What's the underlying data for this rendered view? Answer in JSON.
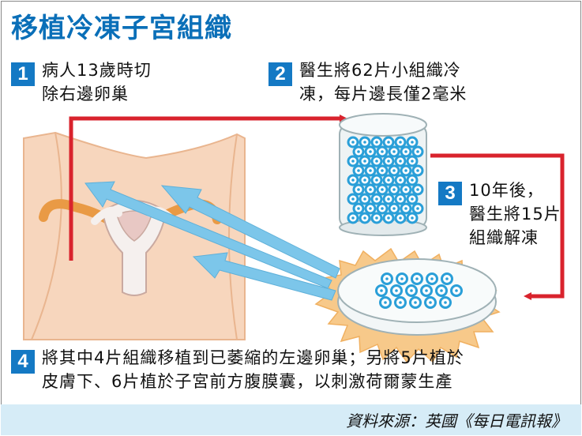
{
  "title": "移植冷凍子宮組織",
  "steps": [
    {
      "number": "1",
      "line1": "病人13歲時切",
      "line2": "除右邊卵巢"
    },
    {
      "number": "2",
      "line1": "醫生將62片小組織冷",
      "line2": "凍，每片邊長僅2毫米"
    },
    {
      "number": "3",
      "line1": "10年後，",
      "line2": "醫生將15片",
      "line3": "組織解凍"
    },
    {
      "number": "4",
      "line1": "將其中4片組織移植到已萎縮的左邊卵巢；另將5片植於",
      "line2": "皮膚下、6片植於子宮前方腹膜囊，以刺激荷爾蒙生產"
    }
  ],
  "source": "資料來源：英國《每日電訊報》",
  "colors": {
    "title": "#0a6fb8",
    "badge": "#1479c4",
    "arrow_red": "#d9232d",
    "arrow_blue": "#7cc6ea",
    "body": "#f7d6bd",
    "uterus": "#f5f0ee",
    "ovary": "#e99a45",
    "tissue": "#2a9fd8",
    "source_bg": "#d6ecf7"
  }
}
